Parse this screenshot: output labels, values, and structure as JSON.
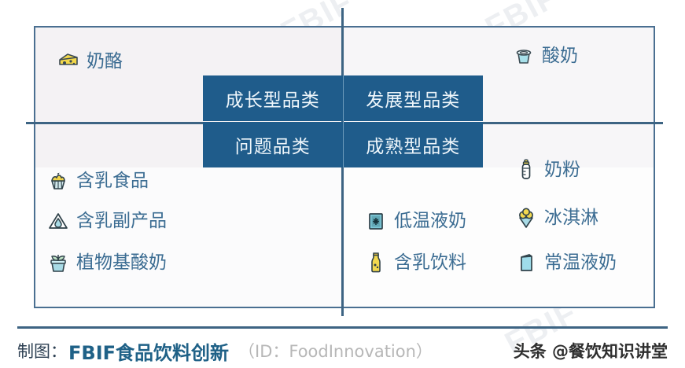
{
  "colors": {
    "frame": "#4a6f91",
    "axis": "#3d6483",
    "label_block": "#1f5c8b",
    "label_text": "#eef6fb",
    "item_text": "#3b6c92",
    "brand": "#1f6187",
    "id_text": "#b7b7b7",
    "watermark": "#dfe3e8"
  },
  "watermark": {
    "text": "FBIF"
  },
  "matrix": {
    "quadrant_labels": [
      {
        "key": "growth",
        "label": "成长型品类"
      },
      {
        "key": "develop",
        "label": "发展型品类"
      },
      {
        "key": "question",
        "label": "问题品类"
      },
      {
        "key": "mature",
        "label": "成熟型品类"
      }
    ],
    "items": [
      {
        "key": "cheese",
        "label": "奶酪",
        "icon": "cheese-icon",
        "quadrant": "成长型品类"
      },
      {
        "key": "yogurt",
        "label": "酸奶",
        "icon": "yogurt-cup-icon",
        "quadrant": "发展型品类"
      },
      {
        "key": "dairy-food",
        "label": "含乳食品",
        "icon": "cupcake-icon",
        "quadrant": "问题品类"
      },
      {
        "key": "dairy-byproduct",
        "label": "含乳副产品",
        "icon": "droplet-triangle-icon",
        "quadrant": "问题品类"
      },
      {
        "key": "plant-yogurt",
        "label": "植物基酸奶",
        "icon": "plant-pot-icon",
        "quadrant": "问题品类"
      },
      {
        "key": "chilled-milk",
        "label": "低温液奶",
        "icon": "chilled-carton-icon",
        "quadrant": "成熟型品类"
      },
      {
        "key": "milk-drink",
        "label": "含乳饮料",
        "icon": "bottle-icon",
        "quadrant": "成熟型品类"
      },
      {
        "key": "milk-powder",
        "label": "奶粉",
        "icon": "baby-bottle-icon",
        "quadrant": "发展型品类"
      },
      {
        "key": "ice-cream",
        "label": "冰淇淋",
        "icon": "ice-cream-cone-icon",
        "quadrant": "发展型品类"
      },
      {
        "key": "ambient-milk",
        "label": "常温液奶",
        "icon": "milk-carton-icon",
        "quadrant": "成熟型品类"
      }
    ]
  },
  "footer": {
    "prefix": "制图：",
    "brand": "FBIF食品饮料创新",
    "id": "（ID：FoodInnovation）",
    "account": "头条 @餐饮知识讲堂"
  }
}
